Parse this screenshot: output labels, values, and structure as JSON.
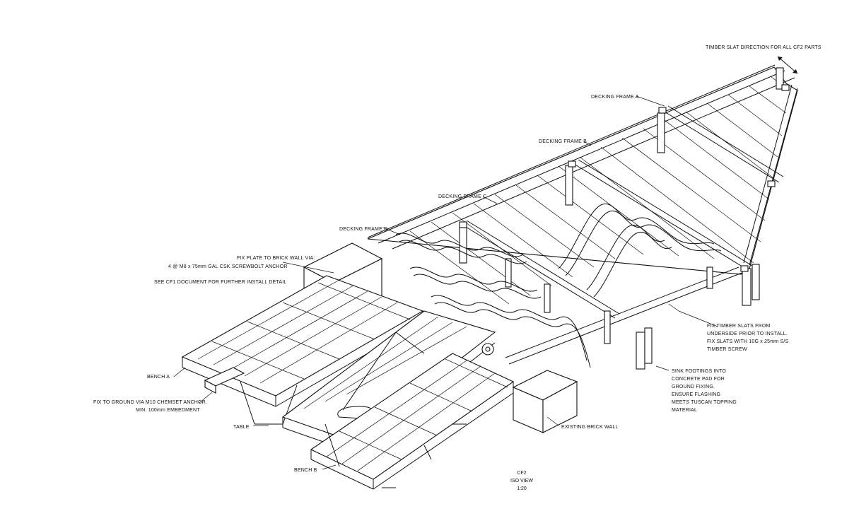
{
  "notes": {
    "timber_slat": "TIMBER SLAT DIRECTION FOR ALL CF2 PARTS",
    "decking_a": "DECKING FRAME A",
    "decking_b": "DECKING FRAME B",
    "decking_c": "DECKING FRAME C",
    "decking_d": "DECKING FRAME D",
    "fix_plate_1": "FIX PLATE TO BRICK WALL VIA:",
    "fix_plate_2": "4 @ M8 x 75mm GAL CSK SCREWBOLT ANCHOR",
    "see_cf1": "SEE CF1 DOCUMENT FOR FURTHER INSTALL DETAIL",
    "fix_slats_1": "FIX TIMBER SLATS FROM",
    "fix_slats_2": "UNDERSIDE PRIOR TO INSTALL.",
    "fix_slats_3": "FIX SLATS WITH 10G x 25mm S/S",
    "fix_slats_4": "TIMBER SCREW",
    "sink_1": "SINK FOOTINGS INTO",
    "sink_2": "CONCRETE PAD FOR",
    "sink_3": "GROUND FIXING.",
    "sink_4": "ENSURE FLASHING",
    "sink_5": "MEETS TUSCAN TOPPING",
    "sink_6": "MATERIAL",
    "bench_a": "BENCH A",
    "fix_ground_1": "FIX TO GROUND VIA M10 CHEMSET ANCHOR.",
    "fix_ground_2": "MIN. 100mm EMBEDMENT",
    "table": "TABLE",
    "existing_wall": "EXISTING BRICK WALL",
    "bench_b": "BENCH B"
  },
  "title_block": {
    "name": "CF2",
    "view": "ISO VIEW",
    "scale": "1:20"
  }
}
